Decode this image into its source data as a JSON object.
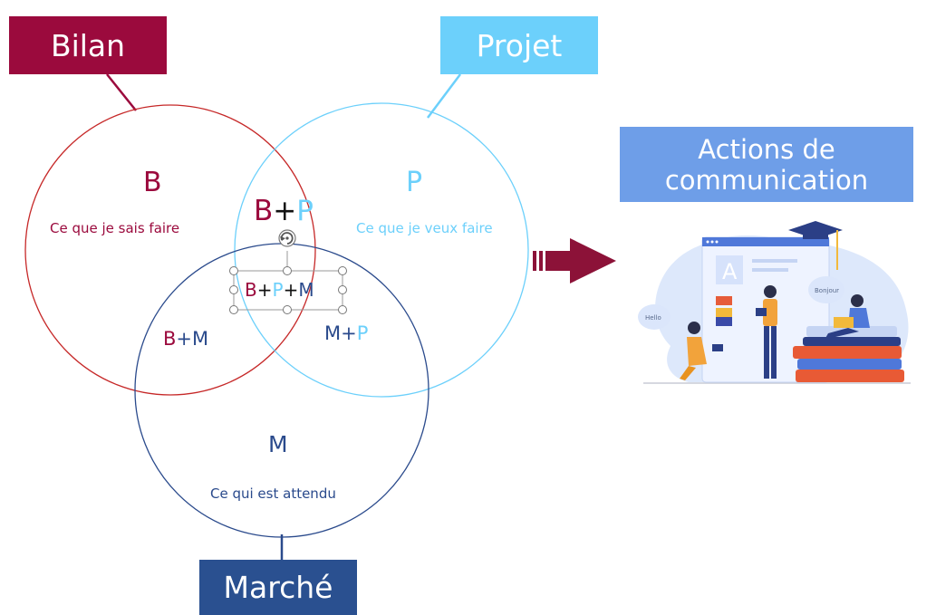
{
  "colors": {
    "bilan": "#9b0a3d",
    "projet": "#6cd0fb",
    "marche": "#2a4a8c",
    "actions": "#6e9ee8",
    "arrow": "#8c1238"
  },
  "labels": {
    "bilan": "Bilan",
    "projet": "Projet",
    "marche": "Marché"
  },
  "circles": {
    "b": {
      "letter": "B",
      "caption": "Ce que je sais faire"
    },
    "p": {
      "letter": "P",
      "caption": "Ce que je veux faire"
    },
    "m": {
      "letter": "M",
      "caption": "Ce qui est attendu"
    }
  },
  "intersections": {
    "bp": {
      "b": "B",
      "plus": "+",
      "p": "P"
    },
    "bpm": {
      "b": "B",
      "plus1": "+",
      "p": "P",
      "plus2": "+",
      "m": "M"
    },
    "bm": {
      "b": "B",
      "plus": "+",
      "m": "M"
    },
    "mp": {
      "m": "M",
      "plus": "+",
      "p": "P"
    }
  },
  "actions": {
    "line1": "Actions de",
    "line2": "communication"
  },
  "illustration": {
    "letter": "A",
    "bubble_left": "Hello",
    "bubble_right": "Bonjour"
  }
}
